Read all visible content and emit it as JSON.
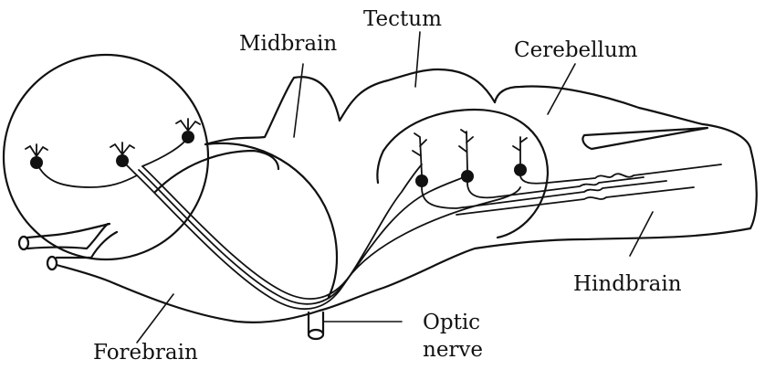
{
  "labels": {
    "midbrain": "Midbrain",
    "tectum": "Tectum",
    "cerebellum": "Cerebellum",
    "hindbrain": "Hindbrain",
    "forebrain": "Forebrain",
    "optic_line1": "Optic",
    "optic_line2": "nerve"
  },
  "colors": {
    "ink": "#111111",
    "background": "#ffffff"
  }
}
